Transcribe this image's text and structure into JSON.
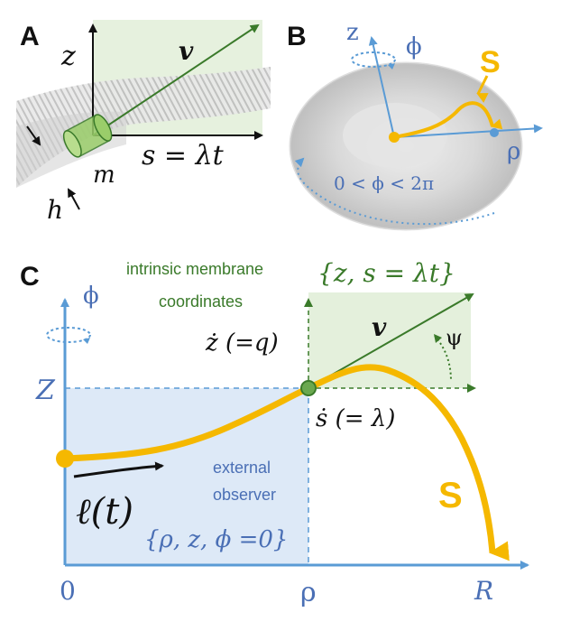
{
  "panel_a": {
    "letter": "A",
    "z_label": "z",
    "v_label": "v",
    "s_label": "s = λt",
    "m_label": "m",
    "h_label": "h"
  },
  "panel_b": {
    "letter": "B",
    "z_label": "z",
    "phi_label": "ϕ",
    "S_label": "S",
    "rho_label": "ρ",
    "range_label": "0 < ϕ < 2π"
  },
  "panel_c": {
    "letter": "C",
    "phi_label": "ϕ",
    "Z_label": "Z",
    "origin_label": "0",
    "rho_label": "ρ",
    "R_label": "R",
    "intrinsic_line1": "intrinsic membrane",
    "intrinsic_line2": "coordinates",
    "intrinsic_coords": "{z, s = λt}",
    "zdot_label": "ż (=q)",
    "v_label": "v",
    "psi_label": "ψ",
    "sdot_label": "ṡ (= λ)",
    "S_label": "S",
    "external_line1": "external",
    "external_line2": "observer",
    "ell_label": "ℓ(t)",
    "external_coords": "{ρ, z, ϕ =0}"
  },
  "colors": {
    "axis_blue": "#5a9bd5",
    "green": "#3a7a2a",
    "curve_gold": "#f5b800",
    "text_blue": "#4a6fb5",
    "green_fill": "#e4f0dc",
    "blue_fill": "#dde9f7"
  }
}
